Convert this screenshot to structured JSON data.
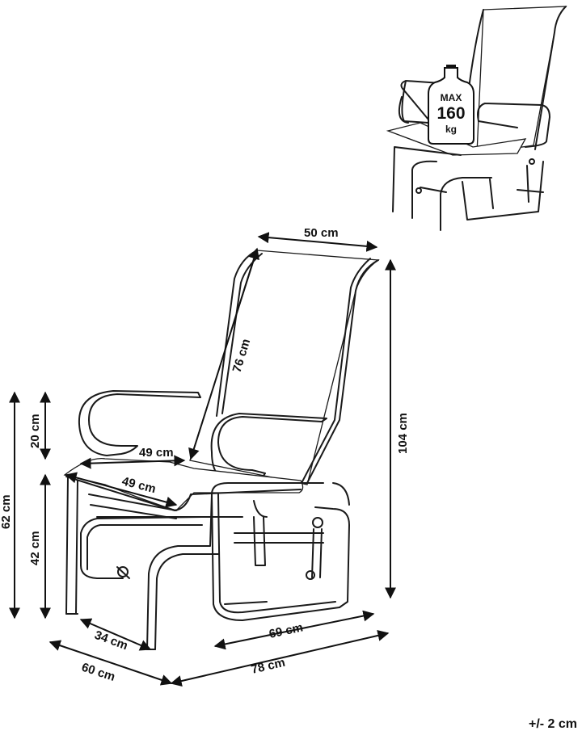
{
  "weight_badge": {
    "max_label": "MAX",
    "value": "160",
    "unit": "kg"
  },
  "dimensions": {
    "seat_back_width": "50 cm",
    "back_height": "76 cm",
    "total_height": "104 cm",
    "armrest_height": "20 cm",
    "total_height_side": "62 cm",
    "seat_height": "42 cm",
    "seat_width_front": "49 cm",
    "seat_depth": "49 cm",
    "base_side": "34 cm",
    "base_depth": "69 cm",
    "total_width": "60 cm",
    "total_depth": "78 cm"
  },
  "tolerance": "+/- 2 cm"
}
